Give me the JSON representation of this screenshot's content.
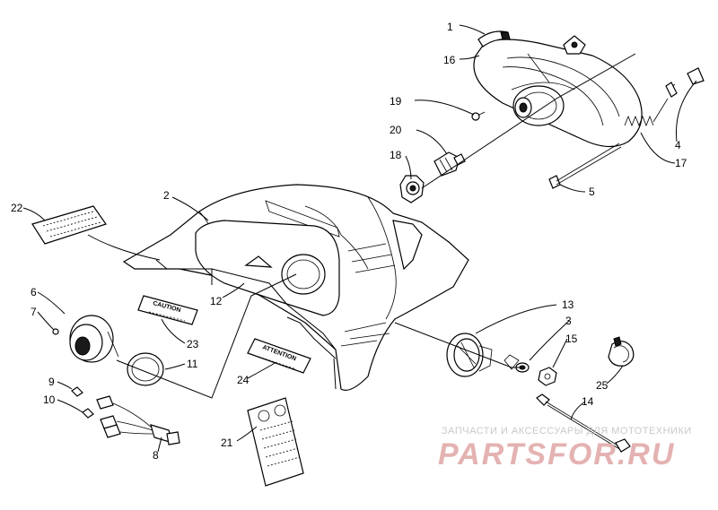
{
  "callouts": [
    "1",
    "16",
    "19",
    "20",
    "18",
    "4",
    "17",
    "5",
    "22",
    "2",
    "12",
    "6",
    "7",
    "23",
    "11",
    "9",
    "10",
    "8",
    "24",
    "21",
    "13",
    "3",
    "15",
    "25",
    "14"
  ],
  "decals": {
    "caution": "CAUTION",
    "attention": "ATTENTION"
  },
  "watermark": {
    "tagline": "ЗАПЧАСТИ И АКСЕССУАРЫ ДЛЯ МОТОТЕХНИКИ",
    "brand": "PARTSFOR.RU"
  },
  "colors": {
    "line": "#000000",
    "background": "#ffffff",
    "watermark_brand": "#e4b2b2",
    "watermark_tagline": "#c9c9c9"
  },
  "icons": [
    "headlight-assembly",
    "hood",
    "speedometer",
    "tachometer",
    "wiring-harness",
    "bulb",
    "socket",
    "clamp",
    "cable"
  ]
}
